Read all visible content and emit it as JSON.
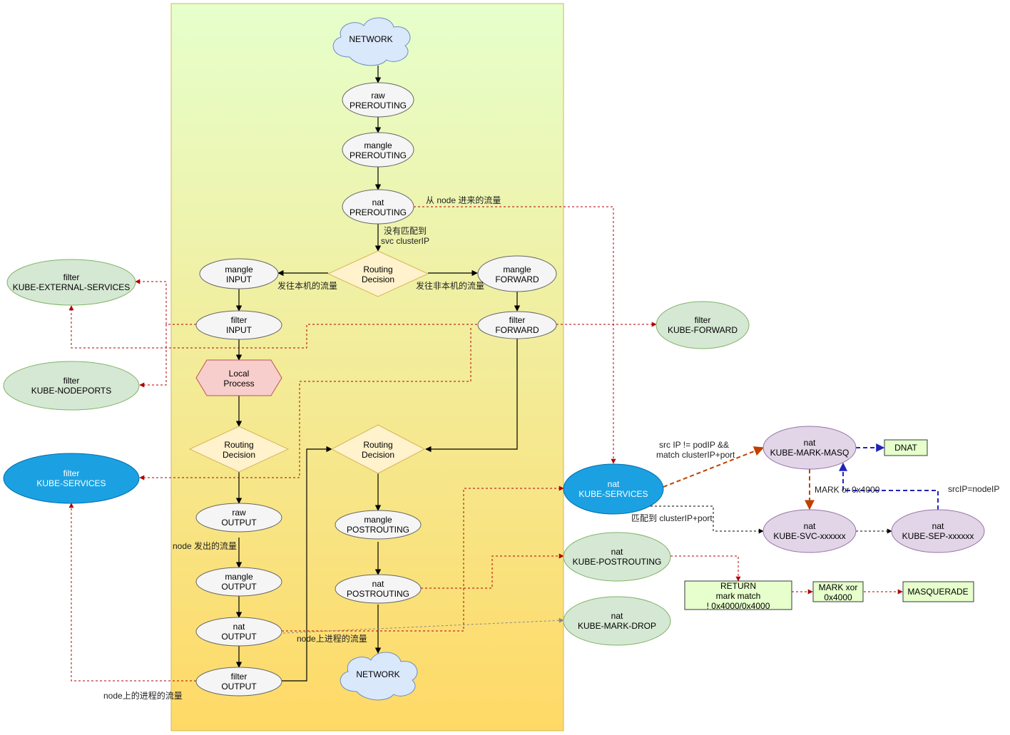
{
  "diagram": {
    "colors": {
      "panel_top": "#e6ffcc",
      "panel_bottom": "#ffd966",
      "panel_border": "#d6b656",
      "ellipse_white": "#f5f5f5",
      "ellipse_green": "#d5e8d4",
      "ellipse_blue": "#1ba1e2",
      "ellipse_purple": "#e1d5e7",
      "diamond": "#fff2cc",
      "hexagon": "#f8cecc",
      "cloud": "#dae8fc",
      "rect_green": "#e6ffcc",
      "arrow_red": "#b20000",
      "arrow_orange": "#c04000",
      "arrow_blue": "#2222bb",
      "arrow_gray": "#888888"
    },
    "nodes": {
      "network_top": {
        "l1": "NETWORK"
      },
      "raw_prerouting": {
        "l1": "raw",
        "l2": "PREROUTING"
      },
      "mangle_prerouting": {
        "l1": "mangle",
        "l2": "PREROUTING"
      },
      "nat_prerouting": {
        "l1": "nat",
        "l2": "PREROUTING"
      },
      "routing1": {
        "l1": "Routing",
        "l2": "Decision"
      },
      "mangle_input": {
        "l1": "mangle",
        "l2": "INPUT"
      },
      "mangle_forward": {
        "l1": "mangle",
        "l2": "FORWARD"
      },
      "filter_input": {
        "l1": "filter",
        "l2": "INPUT"
      },
      "filter_forward": {
        "l1": "filter",
        "l2": "FORWARD"
      },
      "local_process": {
        "l1": "Local",
        "l2": "Process"
      },
      "routing2": {
        "l1": "Routing",
        "l2": "Decision"
      },
      "routing3": {
        "l1": "Routing",
        "l2": "Decision"
      },
      "raw_output": {
        "l1": "raw",
        "l2": "OUTPUT"
      },
      "mangle_output": {
        "l1": "mangle",
        "l2": "OUTPUT"
      },
      "nat_output": {
        "l1": "nat",
        "l2": "OUTPUT"
      },
      "filter_output": {
        "l1": "filter",
        "l2": "OUTPUT"
      },
      "mangle_postrouting": {
        "l1": "mangle",
        "l2": "POSTROUTING"
      },
      "nat_postrouting": {
        "l1": "nat",
        "l2": "POSTROUTING"
      },
      "network_bottom": {
        "l1": "NETWORK"
      },
      "filter_ext_services": {
        "l1": "filter",
        "l2": "KUBE-EXTERNAL-SERVICES"
      },
      "filter_nodeports": {
        "l1": "filter",
        "l2": "KUBE-NODEPORTS"
      },
      "filter_services": {
        "l1": "filter",
        "l2": "KUBE-SERVICES"
      },
      "filter_kube_forward": {
        "l1": "filter",
        "l2": "KUBE-FORWARD"
      },
      "nat_kube_services": {
        "l1": "nat",
        "l2": "KUBE-SERVICES"
      },
      "nat_kube_postrouting": {
        "l1": "nat",
        "l2": "KUBE-POSTROUTING"
      },
      "nat_kube_mark_drop": {
        "l1": "nat",
        "l2": "KUBE-MARK-DROP"
      },
      "nat_mark_masq": {
        "l1": "nat",
        "l2": "KUBE-MARK-MASQ"
      },
      "nat_svc": {
        "l1": "nat",
        "l2": "KUBE-SVC-xxxxxx"
      },
      "nat_sep": {
        "l1": "nat",
        "l2": "KUBE-SEP-xxxxxx"
      },
      "dnat": {
        "l1": "DNAT"
      },
      "return_box": {
        "l1": "RETURN",
        "l2": "mark match",
        "l3": "! 0x4000/0x4000"
      },
      "mark_xor": {
        "l1": "MARK xor",
        "l2": "0x4000"
      },
      "masquerade": {
        "l1": "MASQUERADE"
      }
    },
    "labels": {
      "from_node": "从 node 进来的流量",
      "no_match_1": "没有匹配到",
      "no_match_2": "svc clusterIP",
      "to_local": "发往本机的流量",
      "to_nonlocal": "发往非本机的流量",
      "node_out": "node 发出的流量",
      "node_proc_1": "node上进程的流量",
      "node_proc_2": "node上的进程的流量",
      "src_ip_1": "src IP != podIP &&",
      "src_ip_2": "match clusterIP+port",
      "mark_or": "MARK or 0x4000",
      "src_nodeip": "srcIP=nodeIP",
      "match_cluster": "匹配到 clusterIP+port"
    }
  }
}
